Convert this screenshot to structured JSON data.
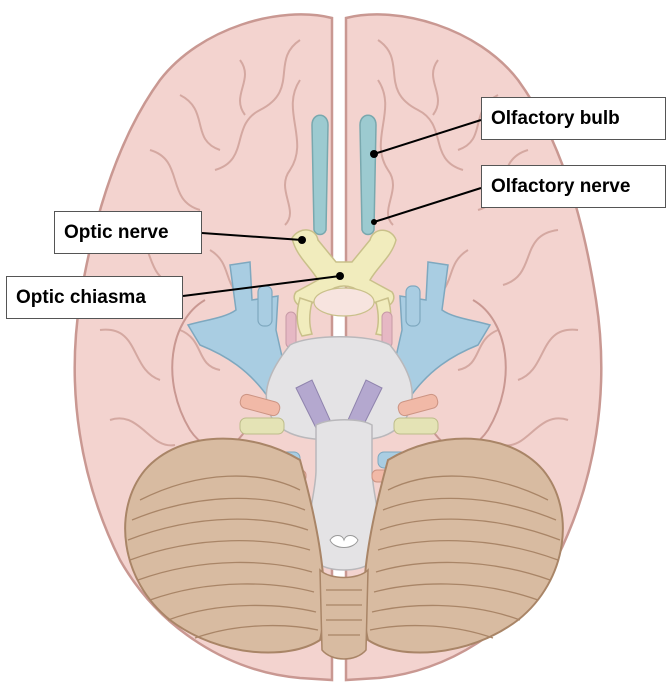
{
  "figure": {
    "labels": {
      "olfactory_bulb": "Olfactory bulb",
      "olfactory_nerve": "Olfactory nerve",
      "optic_nerve": "Optic nerve",
      "optic_chiasma": "Optic chiasma"
    }
  },
  "colors": {
    "cortex": "#f3d3cf",
    "cortex_line": "#c99892",
    "olfactory": "#9ccad0",
    "optic": "#f1ecbd",
    "brainstem": "#e4e3e5",
    "temporal_nerves": "#a9cde2",
    "cerebellum": "#d8bba1",
    "cerebellum_line": "#a98567",
    "purple": "#b4a8cf"
  }
}
